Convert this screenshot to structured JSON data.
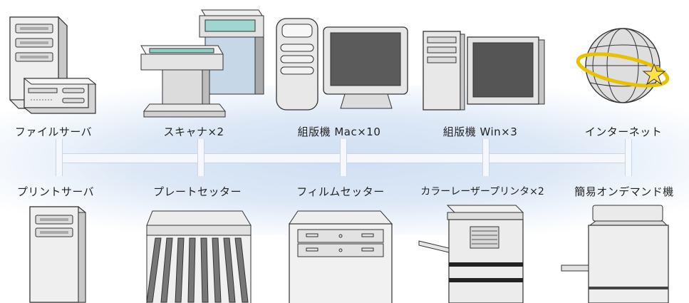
{
  "top_row": [
    {
      "id": "file-server",
      "label": "ファイルサーバ"
    },
    {
      "id": "scanner",
      "label": "スキャナ×2"
    },
    {
      "id": "typesetter-mac",
      "label": "組版機 Mac×10"
    },
    {
      "id": "typesetter-win",
      "label": "組版機 Win×3"
    },
    {
      "id": "internet",
      "label": "インターネット"
    }
  ],
  "bottom_row": [
    {
      "id": "print-server",
      "label": "プリントサーバ"
    },
    {
      "id": "platesetter",
      "label": "プレートセッター"
    },
    {
      "id": "filmsetter",
      "label": "フィルムセッター"
    },
    {
      "id": "color-laser-printer",
      "label": "カラーレーザープリンタ×2"
    },
    {
      "id": "on-demand",
      "label": "簡易オンデマンド機"
    }
  ]
}
